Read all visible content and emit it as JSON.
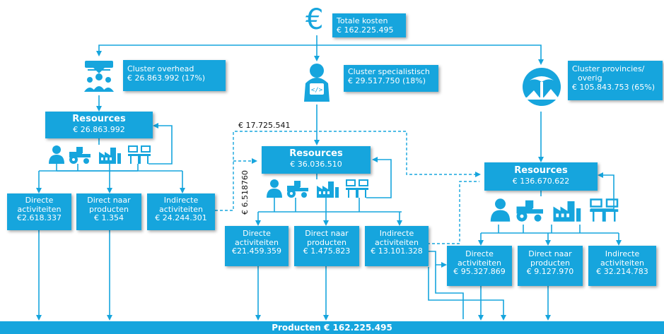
{
  "total": {
    "icon": "euro-icon",
    "label": "Totale kosten",
    "value": "€ 162.225.495"
  },
  "clusters": [
    {
      "label": "Cluster overhead",
      "value": "€ 26.863.992 (17%)",
      "icon": "people-meeting-icon"
    },
    {
      "label": "Cluster specialistisch",
      "value": "€ 29.517.750 (18%)",
      "icon": "developer-person-icon"
    },
    {
      "label_line1": "Cluster provincies/",
      "label_line2": "overig",
      "value": "€ 105.843.753 (65%)",
      "icon": "nature-scene-icon"
    }
  ],
  "resources": [
    {
      "title": "Resources",
      "value": "€ 26.863.992"
    },
    {
      "title": "Resources",
      "value": "€ 36.036.510"
    },
    {
      "title": "Resources",
      "value": "€ 136.670.622"
    }
  ],
  "resource_icons": [
    "person-icon",
    "tractor-icon",
    "factory-icon",
    "office-desk-icon"
  ],
  "activities": [
    [
      {
        "line1": "Directe",
        "line2": "activiteiten",
        "value": "€2.618.337"
      },
      {
        "line1": "Direct naar",
        "line2": "producten",
        "value": "€ 1.354"
      },
      {
        "line1": "Indirecte",
        "line2": "activiteiten",
        "value": "€ 24.244.301"
      }
    ],
    [
      {
        "line1": "Directe",
        "line2": "activiteiten",
        "value": "€21.459.359"
      },
      {
        "line1": "Direct naar",
        "line2": "producten",
        "value": "€ 1.475.823"
      },
      {
        "line1": "Indirecte",
        "line2": "activiteiten",
        "value": "€ 13.101.328"
      }
    ],
    [
      {
        "line1": "Directe",
        "line2": "activiteiten",
        "value": "€ 95.327.869"
      },
      {
        "line1": "Direct naar",
        "line2": "producten",
        "value": "€ 9.127.970"
      },
      {
        "line1": "Indirecte",
        "line2": "activiteiten",
        "value": "€ 32.214.783"
      }
    ]
  ],
  "flow_labels": {
    "dashed_top": "€ 17.725.541",
    "dashed_vertical": "€ 6.518760"
  },
  "products": {
    "label": "Producten € 162.225.495"
  },
  "colors": {
    "accent": "#16a5dd",
    "line": "#16a5dd",
    "text_dark": "#111111"
  }
}
